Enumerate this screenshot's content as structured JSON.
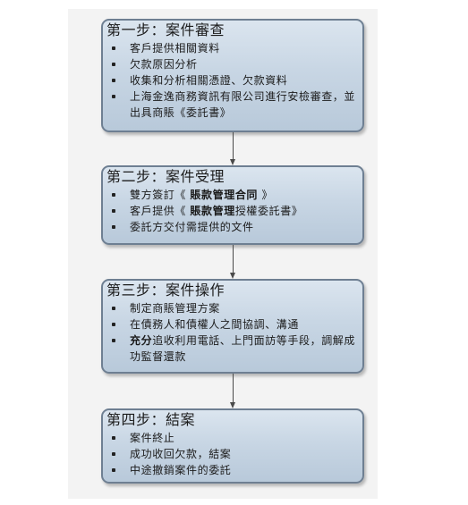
{
  "steps": [
    {
      "title": "第一步：案件審查",
      "items": [
        "客戶提供相關資料",
        "欠款原因分析",
        "收集和分析相關憑證、欠款資料",
        "上海金逸商務資訊有限公司進行安檢審查，並出具商賬《委託書》"
      ]
    },
    {
      "title": "第二步：案件受理",
      "items": [
        {
          "pre": "雙方簽訂《 ",
          "bold": "賬款管理合同",
          "post": " 》"
        },
        {
          "pre": "客戶提供《 ",
          "bold": "賬款管理",
          "post": "授權委託書》"
        },
        "委託方交付需提供的文件"
      ]
    },
    {
      "title": "第三步：案件操作",
      "items": [
        "制定商賬管理方案",
        "在債務人和債權人之間協調、溝通",
        {
          "pre": "",
          "bold": "充分",
          "post": "追收利用電話、上門面訪等手段，調解成功監督還款"
        }
      ]
    },
    {
      "title": "第四步：結案",
      "items": [
        "案件終止",
        "成功收回欠款，結案",
        "中途撤銷案件的委託"
      ]
    }
  ],
  "colors": {
    "box_border": "#6e7f92",
    "box_fill_top": "#dbe5ef",
    "box_fill_bottom": "#b8c9da",
    "arrow": "#4a4a4a"
  }
}
